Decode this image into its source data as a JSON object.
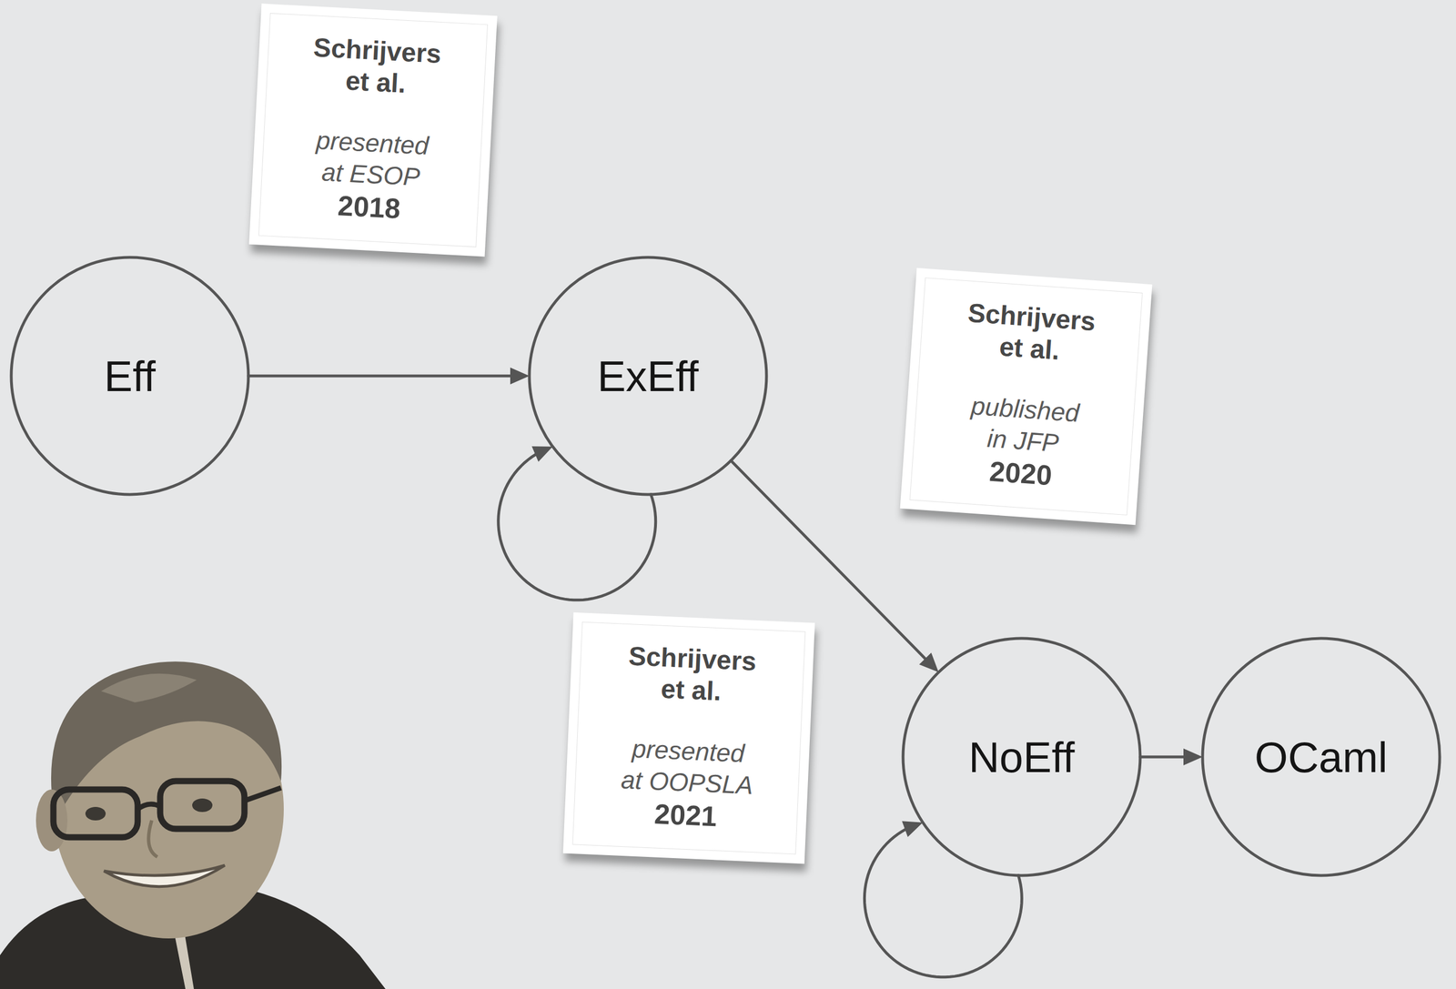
{
  "diagram": {
    "nodes": [
      {
        "text": [
          "Schrijvers et al.",
          "presented at ESOP",
          "2018"
        ]
      },
      {
        "text": [
          "Eff"
        ]
      },
      {
        "text": [
          "ExEff"
        ]
      },
      {
        "text": [
          "Schrijvers et al.",
          "published in JFP",
          "2020"
        ]
      },
      {
        "text": [
          "Schrijvers et al.",
          "presented at OOPSLA",
          "2021"
        ]
      },
      {
        "text": [
          "NoEff"
        ]
      },
      {
        "text": [
          "OCaml"
        ]
      }
    ],
    "edges": [
      {
        "from": 1,
        "to": 2,
        "arrow": "to"
      },
      {
        "from": 2,
        "to": 2,
        "arrow": "to"
      },
      {
        "from": 2,
        "to": 5,
        "arrow": "to"
      },
      {
        "from": 5,
        "to": 5,
        "arrow": "to"
      },
      {
        "from": 5,
        "to": 6,
        "arrow": "to"
      }
    ]
  }
}
